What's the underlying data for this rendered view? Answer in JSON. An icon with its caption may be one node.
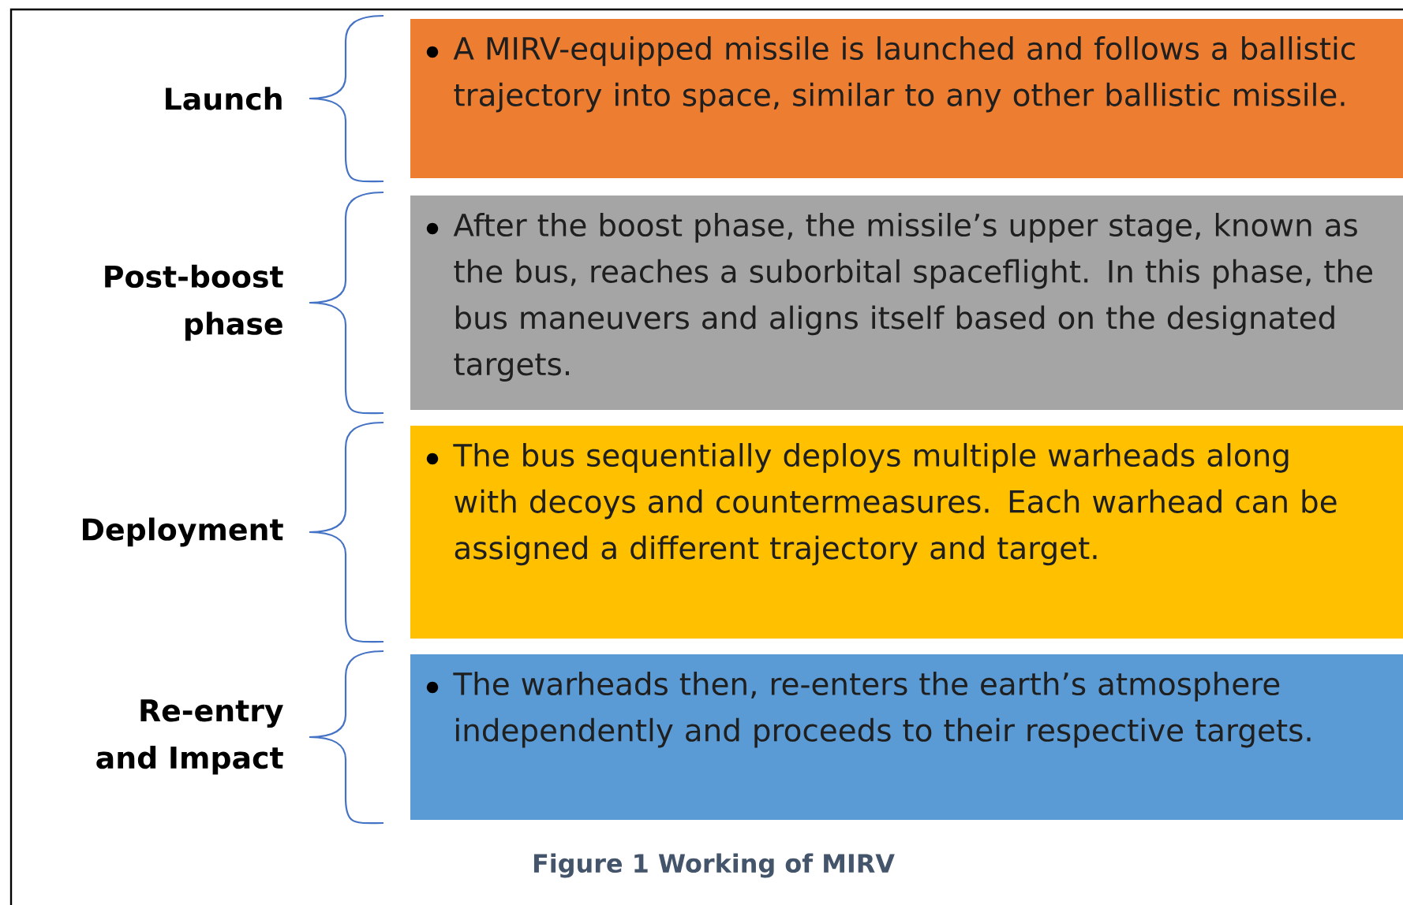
{
  "diagram": {
    "caption": "Figure 1 Working of MIRV",
    "nodes": [
      {
        "text": [
          "Launch",
          "A MIRV-equipped missile is launched and follows a ballistic trajectory into space, similar to any other ballistic missile."
        ]
      },
      {
        "text": [
          "Post-boost phase",
          "After the boost phase, the missile’s upper stage, known as the bus, reaches a suborbital spaceflight. In this phase, the bus maneuvers and aligns itself based on the designated targets."
        ]
      },
      {
        "text": [
          "Deployment",
          "The bus sequentially deploys multiple warheads along with decoys and countermeasures. Each warhead can be assigned a different trajectory and target."
        ]
      },
      {
        "text": [
          "Re-entry and Impact",
          "The warheads then, re-enters the earth’s atmosphere independently and proceeds to their respective targets."
        ]
      }
    ]
  }
}
